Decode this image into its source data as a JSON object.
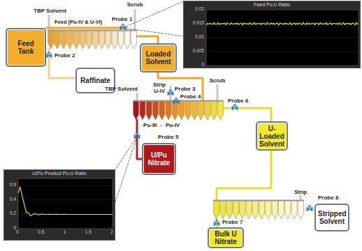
{
  "diagram": {
    "nodes": [
      {
        "text": [
          "Feed Tank"
        ]
      },
      {
        "text": [
          "Feed Pu:U Ratio"
        ]
      },
      {
        "text": [
          "Loaded Solvent"
        ]
      },
      {
        "text": [
          "Raffinate"
        ]
      },
      {
        "text": [
          "U-Loaded Solvent"
        ]
      },
      {
        "text": [
          "U/Pu Nitrate"
        ]
      },
      {
        "text": [
          "U/Pu Product Pu:U Ratio"
        ]
      },
      {
        "text": [
          "Stripped Solvent"
        ]
      },
      {
        "text": [
          "Bulk U Nitrate"
        ]
      }
    ],
    "labels": [
      "TBP Solvent",
      "Feed (Pu-IV & U-VI)",
      "Probe 1",
      "Scrub",
      "Probe 2",
      "TBP Solvent",
      "Strip U-IV",
      "Probe 3",
      "Probe 4",
      "Scrub",
      "Probe 6",
      "Pu-III ← Pu-IV",
      "Probe 5",
      "Strip",
      "Probe 8",
      "Probe 7",
      "0.02",
      "0.015",
      "0.01",
      "0.005",
      "0",
      "0.6",
      "0.4",
      "0.2",
      "0",
      "0",
      "0.5",
      "1",
      "1.5",
      "2"
    ]
  }
}
